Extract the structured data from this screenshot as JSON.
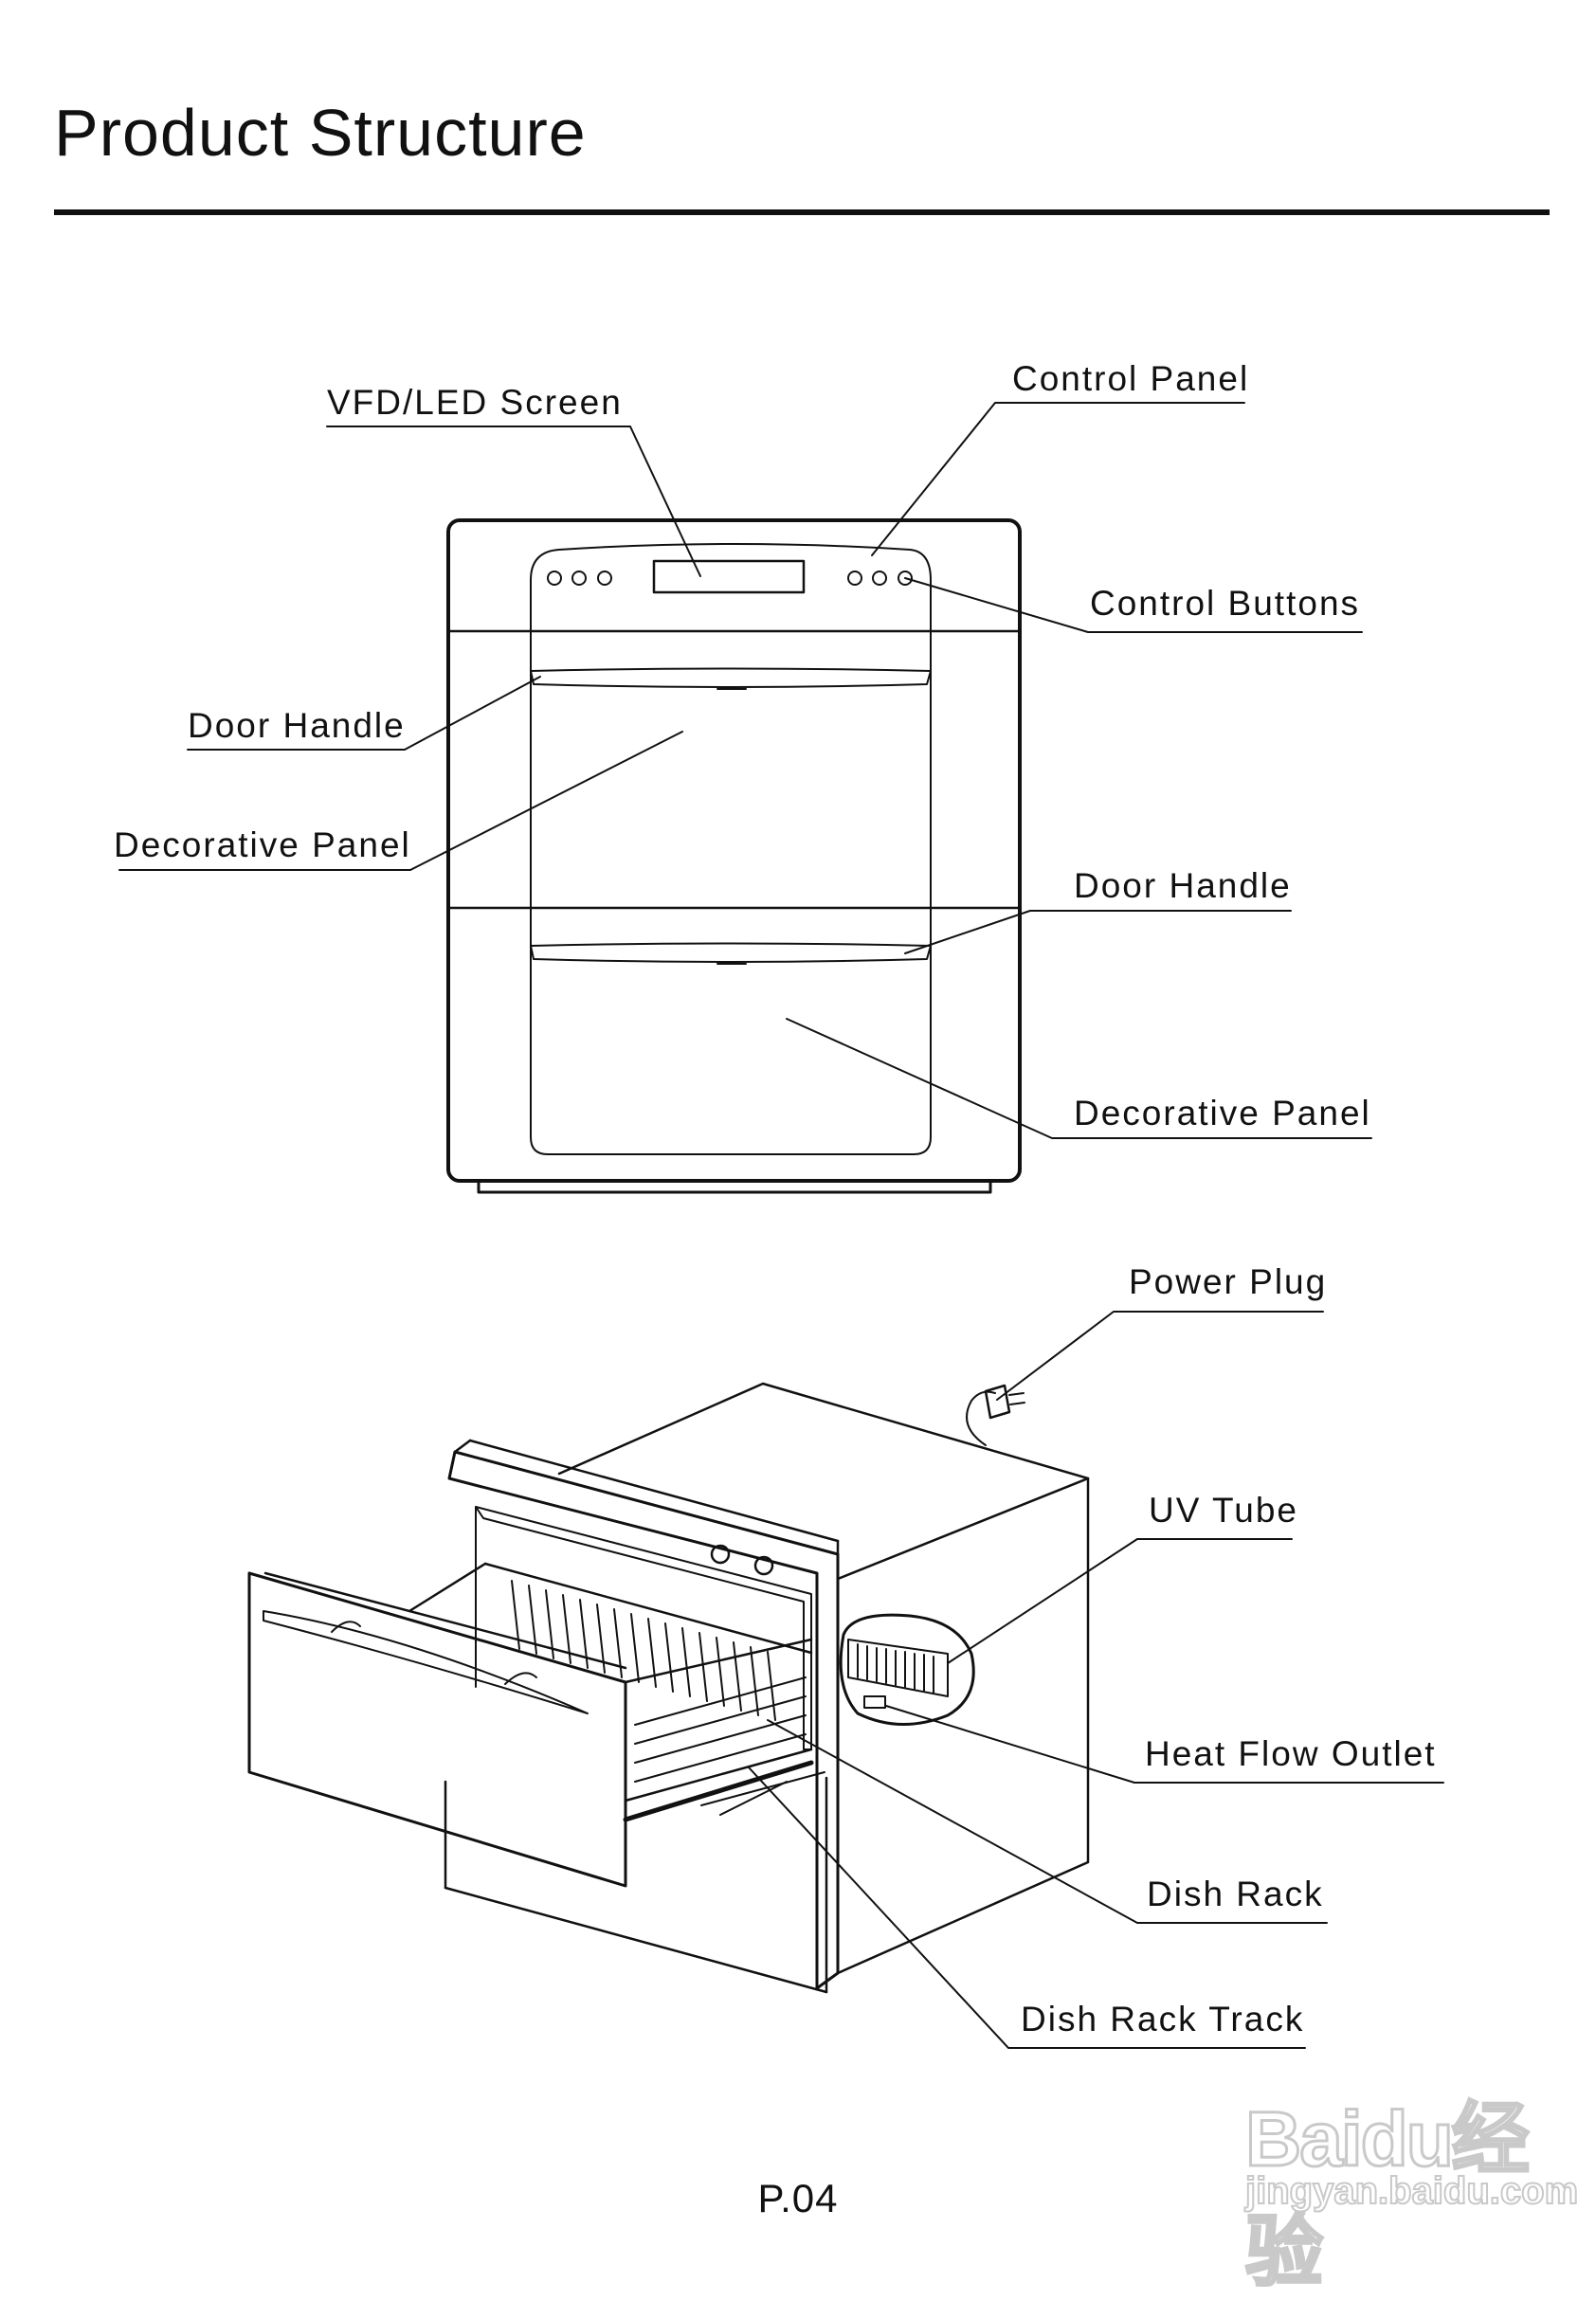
{
  "page": {
    "title": "Product Structure",
    "page_number": "P.04"
  },
  "front_view": {
    "labels": {
      "vfd_led_screen": "VFD/LED Screen",
      "control_panel": "Control Panel",
      "control_buttons": "Control Buttons",
      "door_handle_upper": "Door Handle",
      "decorative_panel_upper": "Decorative Panel",
      "door_handle_lower": "Door Handle",
      "decorative_panel_lower": "Decorative Panel"
    }
  },
  "perspective_view": {
    "labels": {
      "power_plug": "Power Plug",
      "uv_tube": "UV Tube",
      "heat_flow_outlet": "Heat Flow Outlet",
      "dish_rack": "Dish Rack",
      "dish_rack_track": "Dish Rack Track"
    }
  },
  "watermark": {
    "logo": "Baidu经验",
    "url": "jingyan.baidu.com"
  }
}
